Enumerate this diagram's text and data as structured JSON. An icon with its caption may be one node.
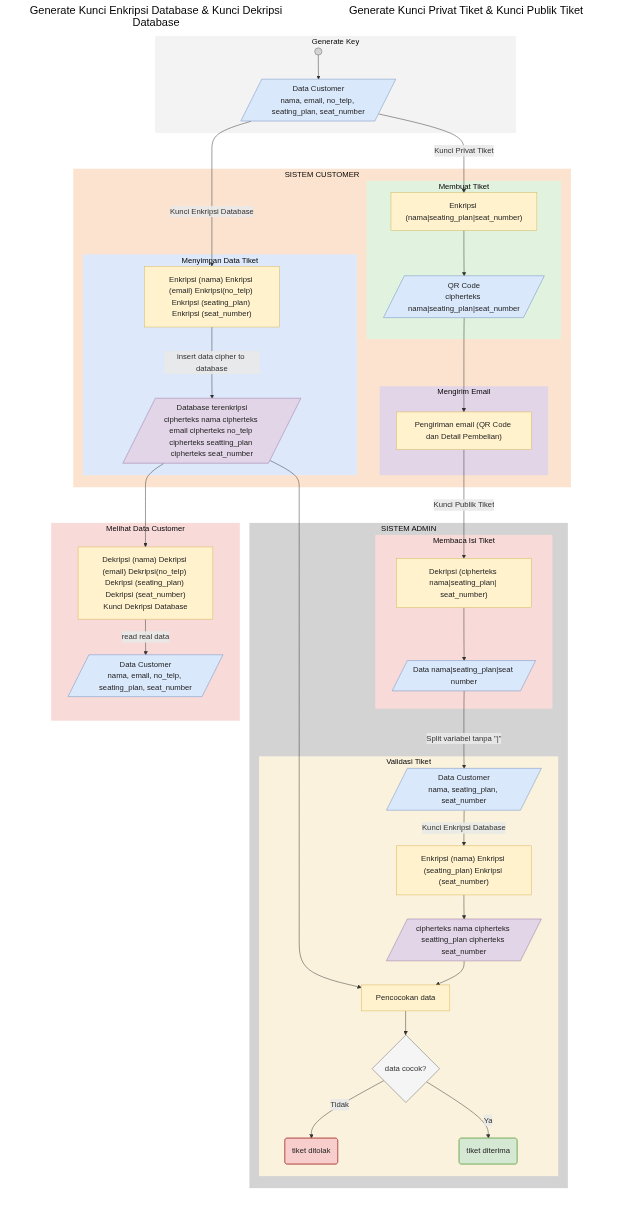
{
  "diagram": {
    "nodes": [
      {
        "text": [
          "Melihat Data Customer"
        ]
      },
      {
        "text": [
          "Dekripsi (nama) Dekripsi (email) Dekripsi(no_telp) Dekripsi (seating_plan) Dekripsi (seat_number)",
          "Kunci Dekripsi Database"
        ],
        "in": 0
      },
      {
        "text": [
          "Data Customer",
          "nama, email, no_telp, seating_plan, seat_number"
        ],
        "in": 0
      },
      {
        "text": [
          "Generate Key"
        ]
      },
      {
        "text": [],
        "shape": "circle",
        "in": 3
      },
      {
        "text": [
          "Data Customer",
          "nama, email, no_telp, seating_plan, seat_number"
        ],
        "in": 3
      },
      {
        "text": [
          "SISTEM CUSTOMER"
        ]
      },
      {
        "text": [
          "Menyimpan Data Tiket"
        ],
        "in": 6
      },
      {
        "text": [
          "Enkripsi (nama) Enkripsi (email) Enkripsi(no_telp) Enkripsi (seating_plan) Enkripsi (seat_number)"
        ],
        "in": 7
      },
      {
        "text": [
          "Database terenkripsi",
          "cipherteks nama cipherteks email cipherteks no_telp cipherteks seatting_plan cipherteks seat_number"
        ],
        "in": 7
      },
      {
        "text": [
          "Membuat Tiket"
        ],
        "in": 6
      },
      {
        "text": [
          "Enkripsi (nama|seating_plan|seat_number)"
        ],
        "in": 10
      },
      {
        "text": [
          "QR Code",
          "cipherteks nama|seating_plan|seat_number"
        ],
        "in": 10
      },
      {
        "text": [
          "Mengirim Email"
        ],
        "in": 6
      },
      {
        "text": [
          "Pengiriman email (QR Code dan Detail Pembelian)"
        ],
        "in": 13
      },
      {
        "text": [
          "SISTEM ADMIN"
        ]
      },
      {
        "text": [
          "Membaca Isi Tiket"
        ],
        "in": 15
      },
      {
        "text": [
          "Dekripsi (cipherteks nama|seating_plan| seat_number)"
        ],
        "in": 16
      },
      {
        "text": [
          "Data nama|seating_plan|seat number"
        ],
        "in": 16
      },
      {
        "text": [
          "Validasi Tiket"
        ],
        "in": 15
      },
      {
        "text": [
          "Pencocokan data"
        ],
        "in": 19
      },
      {
        "text": [
          "data cocok?"
        ],
        "in": 19
      },
      {
        "text": [
          "tiket ditolak"
        ],
        "in": 19
      },
      {
        "text": [
          "tiket diterima"
        ],
        "in": 19
      },
      {
        "text": [
          "Data Customer",
          "nama, seating_plan, seat_number"
        ],
        "in": 19
      },
      {
        "text": [
          "Enkripsi (nama) Enkripsi (seating_plan) Enkripsi (seat_number)"
        ],
        "in": 19
      },
      {
        "text": [
          "cipherteks nama cipherteks seatting_plan cipherteks seat_number"
        ],
        "in": 19
      }
    ],
    "edges": [
      {
        "from": 1,
        "to": 2,
        "arrow": "to",
        "label": "read real data"
      },
      {
        "from": 4,
        "to": 5,
        "arrow": "to"
      },
      {
        "from": 5,
        "to": 8,
        "arrow": "to",
        "label": "Kunci Enkripsi Database"
      },
      {
        "from": 5,
        "to": 11,
        "arrow": "to",
        "label": "Kunci Privat Tiket"
      },
      {
        "from": 8,
        "to": 9,
        "arrow": "to",
        "label": "insert data cipher to database"
      },
      {
        "from": 9,
        "to": 1,
        "arrow": "to"
      },
      {
        "from": 11,
        "to": 12,
        "arrow": "to"
      },
      {
        "from": 12,
        "to": 14,
        "arrow": "to"
      },
      {
        "from": 14,
        "to": 17,
        "arrow": "to",
        "label": "Kunci Publik Tiket"
      },
      {
        "from": 17,
        "to": 18,
        "arrow": "to"
      },
      {
        "from": 18,
        "to": 24,
        "arrow": "to",
        "label": "Split variabel tanpa \"|\""
      },
      {
        "from": 24,
        "to": 25,
        "arrow": "to",
        "label": "Kunci Enkripsi Database"
      },
      {
        "from": 25,
        "to": 26,
        "arrow": "to"
      },
      {
        "from": 9,
        "to": 20,
        "arrow": "to"
      },
      {
        "from": 26,
        "to": 20,
        "arrow": "to"
      },
      {
        "from": 20,
        "to": 21,
        "arrow": "to"
      },
      {
        "from": 21,
        "to": 22,
        "arrow": "to",
        "label": "Tidak"
      },
      {
        "from": 21,
        "to": 23,
        "arrow": "to",
        "label": "Ya"
      }
    ],
    "labels": [
      "Generate Kunci Enkripsi Database & Kunci Dekripsi Database",
      "Generate Kunci Privat Tiket & Kunci Publik Tiket"
    ]
  }
}
